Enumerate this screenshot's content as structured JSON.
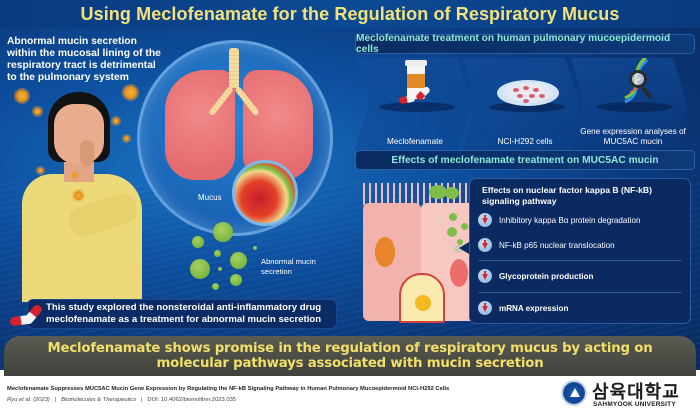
{
  "title": "Using Meclofenamate for the Regulation of Respiratory Mucus",
  "left_panel": {
    "intro_text": "Abnormal mucin secretion within the mucosal lining of the respiratory tract is detrimental to the pulmonary system",
    "labels": {
      "mucus": "Mucus",
      "abnormal_mucin_secretion": "Abnormal mucin secretion"
    },
    "study_note": "This study explored the nonsteroidal anti-inflammatory drug meclofenamate as a treatment for abnormal mucin secretion"
  },
  "treatment_panel": {
    "header": "Meclofenamate treatment on human pulmonary mucoepidermoid cells",
    "steps": [
      {
        "icon": "pill-bottle-icon",
        "label": "Meclofenamate"
      },
      {
        "icon": "petri-dish-icon",
        "label": "NCI-H292 cells"
      },
      {
        "icon": "dna-magnifier-icon",
        "label": "Gene expression analyses of MUC5AC mucin"
      }
    ]
  },
  "effects_panel": {
    "header": "Effects of meclofenamate treatment on MUC5AC mucin",
    "box_title": "Effects on nuclear factor kappa B (NF-kB) signaling pathway",
    "items": [
      {
        "icon": "down-arrow-icon",
        "text": "Inhibitory kappa Bα protein degradation",
        "bold": false
      },
      {
        "icon": "down-arrow-icon",
        "text": "NF-kB p65 nuclear translocation",
        "bold": false
      },
      {
        "icon": "down-arrow-icon",
        "text": "Glycoprotein production",
        "bold": true
      },
      {
        "icon": "down-arrow-icon",
        "text": "mRNA expression",
        "bold": true
      }
    ]
  },
  "conclusion": "Meclofenamate shows promise in the regulation of respiratory mucus by acting on molecular pathways associated with mucin secretion",
  "citation": {
    "title": "Meclofenamate Suppresses MUC5AC Mucin Gene Expression by Regulating the NF-kB Signaling Pathway in Human Pulmonary Mucoepidermoid NCI-H292 Cells",
    "authors": "Ryu et al. (2023)",
    "separator": "|",
    "journal": "Biomolecules & Therapeutics",
    "doi": "DOI: 10.4062/biomolther.2023.035"
  },
  "logo": {
    "korean": "삼육대학교",
    "english": "SAHMYOOK UNIVERSITY"
  },
  "colors": {
    "title_yellow": "#f3e27a",
    "header_teal": "#8ee8d6",
    "conclusion_yellow": "#f2df6a",
    "background_blue": "#0d4f9e",
    "conclusion_bg": "#4a4c44",
    "down_arrow_red": "#d8262f"
  }
}
